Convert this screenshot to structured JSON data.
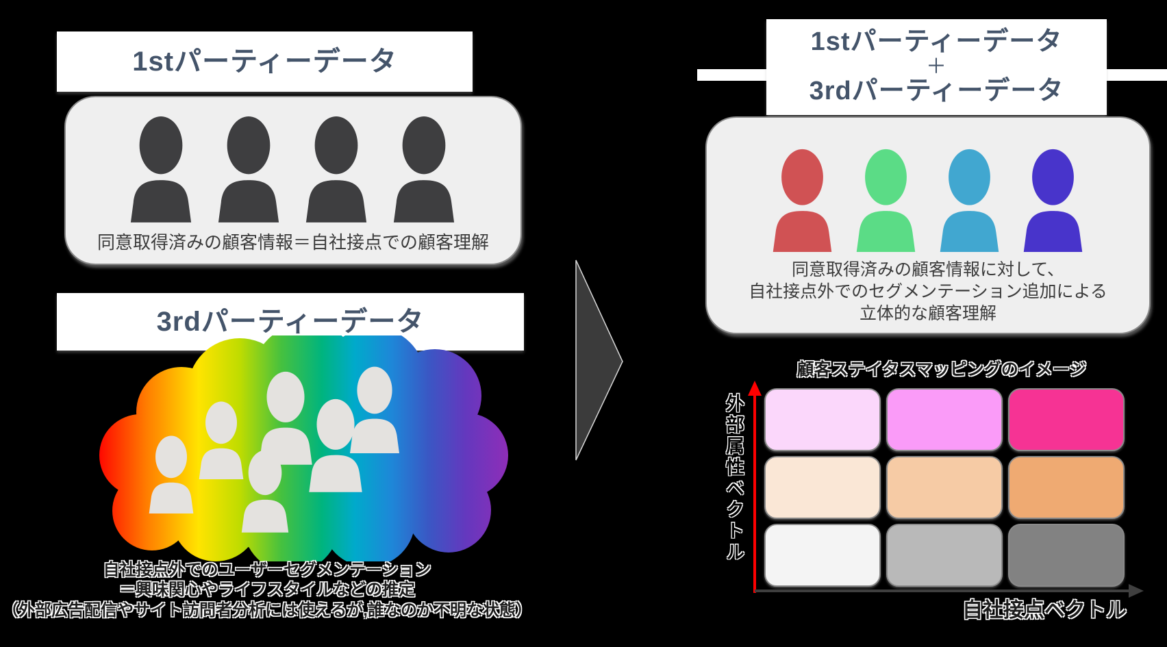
{
  "background_color": "#000000",
  "title_color": "#44546A",
  "left": {
    "first_party": {
      "title": "1stパーティーデータ",
      "caption": "同意取得済みの顧客情報＝自社接点での顧客理解",
      "person_color": "#3E3E40",
      "person_count": "4"
    },
    "third_party": {
      "title": "3rdパーティーデータ",
      "cloud_person_color": "#E4E2DF",
      "caption_lines": [
        "自社接点外でのユーザーセグメンテーション",
        "＝興味関心やライフスタイルなどの推定",
        "（外部広告配信やサイト訪問者分析には使えるが,誰なのか不明な状態）"
      ]
    }
  },
  "arrow_color": "#3B3B3B",
  "right": {
    "title_lines": [
      "1stパーティーデータ",
      "＋",
      "3rdパーティーデータ"
    ],
    "caption_lines": [
      "同意取得済みの顧客情報に対して、",
      "自社接点外でのセグメンテーション追加による",
      "立体的な顧客理解"
    ],
    "person_colors": [
      "#D05254",
      "#5BDC86",
      "#41A7D0",
      "#4834CB"
    ],
    "matrix": {
      "title": "顧客ステイタスマッピングのイメージ",
      "y_axis_label": "外部属性ベクトル",
      "x_axis_label": "自社接点ベクトル",
      "y_axis_color": "#FF0000",
      "x_axis_color": "#3F3F3F",
      "cell_colors": [
        [
          "#FBD7FB",
          "#FA9BF8",
          "#F63394"
        ],
        [
          "#FAE7D6",
          "#F6CBA5",
          "#EFAA72"
        ],
        [
          "#F4F4F4",
          "#B9B9B9",
          "#828282"
        ]
      ]
    }
  }
}
